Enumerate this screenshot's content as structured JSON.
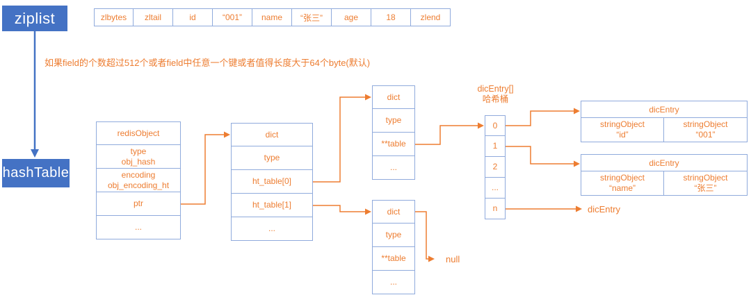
{
  "colors": {
    "blue": "#4472C4",
    "border_light_blue": "#8FAADC",
    "orange": "#ED7D31"
  },
  "ziplist": {
    "label": "ziplist"
  },
  "hashtable": {
    "label": "hashTable"
  },
  "note": "如果field的个数超过512个或者field中任意一个键或者值得长度大于64个byte(默认)",
  "ziplist_cells": [
    "zlbytes",
    "zltail",
    "id",
    "“001”",
    "name",
    "“张三”",
    "age",
    "18",
    "zlend"
  ],
  "redis_object": {
    "rows": [
      [
        "redisObject"
      ],
      [
        "type",
        "obj_hash"
      ],
      [
        "encoding",
        "obj_encoding_ht"
      ],
      [
        "ptr"
      ],
      [
        "..."
      ]
    ]
  },
  "dict": {
    "rows": [
      "dict",
      "type",
      "ht_table[0]",
      "ht_table[1]",
      "..."
    ]
  },
  "dictht_top": {
    "rows": [
      "dict",
      "type",
      "**table",
      "..."
    ]
  },
  "dictht_bottom": {
    "rows": [
      "dict",
      "type",
      "**table",
      "..."
    ]
  },
  "bucket": {
    "title1": "dicEntry[]",
    "title2": "哈希桶",
    "cells": [
      "0",
      "1",
      "2",
      "...",
      "n"
    ]
  },
  "dicentry1": {
    "title": "dicEntry",
    "key": [
      "stringObject",
      "“id”"
    ],
    "value": [
      "stringObject",
      "“001”"
    ]
  },
  "dicentry2": {
    "title": "dicEntry",
    "key": [
      "stringObject",
      "“name”"
    ],
    "value": [
      "stringObject",
      "“张三”"
    ]
  },
  "null_label": "null",
  "dicentry_pointer_label": "dicEntry"
}
